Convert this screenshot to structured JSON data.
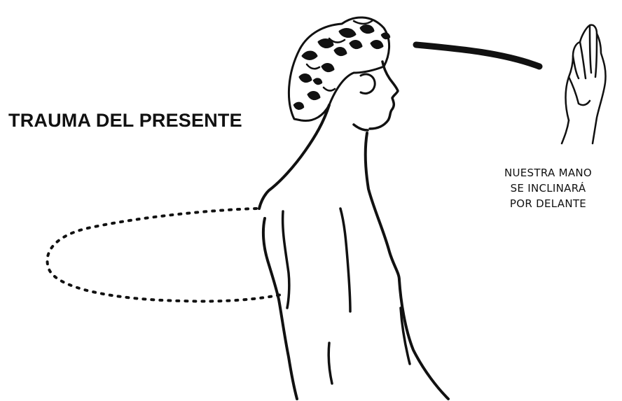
{
  "illustration": {
    "title": "TRAUMA DEL PRESENTE",
    "caption_lines": [
      "NUESTRA MANO",
      "SE INCLINARÁ",
      "POR DELANTE"
    ],
    "ink_color": "#111111",
    "background_color": "#ffffff"
  }
}
